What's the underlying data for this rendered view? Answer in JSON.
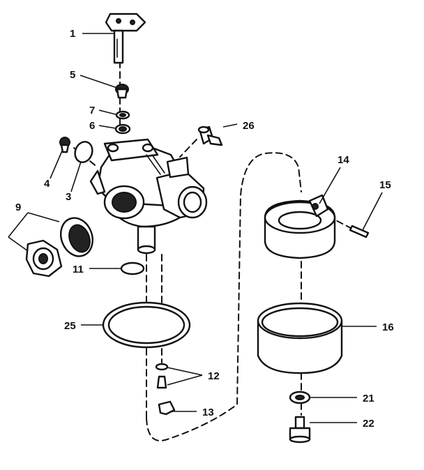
{
  "callouts": {
    "c1": "1",
    "c3": "3",
    "c4": "4",
    "c5": "5",
    "c6": "6",
    "c7": "7",
    "c9": "9",
    "c11": "11",
    "c12": "12",
    "c13": "13",
    "c14": "14",
    "c15": "15",
    "c16": "16",
    "c21": "21",
    "c22": "22",
    "c25": "25",
    "c26": "26"
  },
  "icons": [
    "throttle-shaft-icon",
    "carburetor-body-icon",
    "float-icon",
    "float-bowl-icon",
    "gasket-ring-icon",
    "needle-valve-icon",
    "drain-screw-icon"
  ]
}
